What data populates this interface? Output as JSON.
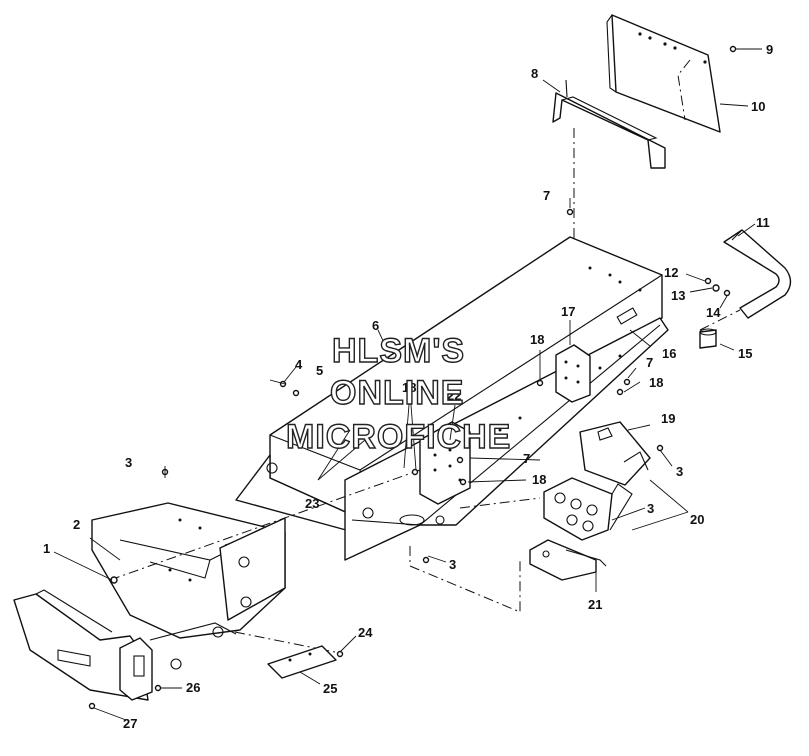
{
  "watermark": {
    "line1": "HLSM'S",
    "line2": "ONLINE",
    "line3": "MICROFICHE"
  },
  "callouts": [
    {
      "id": "c1",
      "text": "1"
    },
    {
      "id": "c2",
      "text": "2"
    },
    {
      "id": "c3a",
      "text": "3"
    },
    {
      "id": "c3b",
      "text": "3"
    },
    {
      "id": "c3c",
      "text": "3"
    },
    {
      "id": "c3d",
      "text": "3"
    },
    {
      "id": "c4",
      "text": "4"
    },
    {
      "id": "c5",
      "text": "5"
    },
    {
      "id": "c6",
      "text": "6"
    },
    {
      "id": "c7a",
      "text": "7"
    },
    {
      "id": "c7b",
      "text": "7"
    },
    {
      "id": "c7c",
      "text": "7"
    },
    {
      "id": "c8",
      "text": "8"
    },
    {
      "id": "c9",
      "text": "9"
    },
    {
      "id": "c10",
      "text": "10"
    },
    {
      "id": "c11",
      "text": "11"
    },
    {
      "id": "c12",
      "text": "12"
    },
    {
      "id": "c13",
      "text": "13"
    },
    {
      "id": "c14",
      "text": "14"
    },
    {
      "id": "c15",
      "text": "15"
    },
    {
      "id": "c16",
      "text": "16"
    },
    {
      "id": "c17",
      "text": "17"
    },
    {
      "id": "c18a",
      "text": "18"
    },
    {
      "id": "c18b",
      "text": "18"
    },
    {
      "id": "c18c",
      "text": "18"
    },
    {
      "id": "c18d",
      "text": "18"
    },
    {
      "id": "c19",
      "text": "19"
    },
    {
      "id": "c20",
      "text": "20"
    },
    {
      "id": "c21",
      "text": "21"
    },
    {
      "id": "c22",
      "text": "22"
    },
    {
      "id": "c23",
      "text": "23"
    },
    {
      "id": "c24",
      "text": "24"
    },
    {
      "id": "c25",
      "text": "25"
    },
    {
      "id": "c26",
      "text": "26"
    },
    {
      "id": "c27",
      "text": "27"
    }
  ]
}
